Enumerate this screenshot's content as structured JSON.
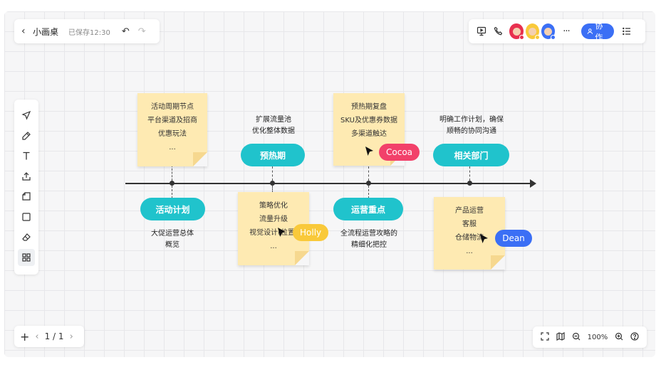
{
  "topbar": {
    "title": "小画桌",
    "saved": "已保存12:30",
    "collab_label": "协作"
  },
  "pager": {
    "current": "1 / 1"
  },
  "zoom": {
    "level": "100%"
  },
  "timeline": {
    "stages": [
      {
        "label": "活动计划",
        "caption": [
          "大促运营总体",
          "概览"
        ]
      },
      {
        "label": "预热期",
        "caption": [
          "扩展流量池",
          "优化整体数据"
        ]
      },
      {
        "label": "运营重点",
        "caption": [
          "全流程运营攻略的",
          "精细化把控"
        ]
      },
      {
        "label": "相关部门",
        "caption": [
          "明确工作计划，确保",
          "顺畅的协同沟通"
        ]
      }
    ]
  },
  "notes": {
    "plan": [
      "活动周期节点",
      "平台渠道及招商",
      "优惠玩法",
      "..."
    ],
    "strategy": [
      "策略优化",
      "流量升级",
      "视觉设计(位置)",
      "..."
    ],
    "review": [
      "预热期复盘",
      "SKU及优惠券数据",
      "多渠道触达"
    ],
    "dept": [
      "产品运营",
      "客服",
      "仓储物流",
      "..."
    ]
  },
  "cursors": [
    {
      "name": "Cocoa",
      "color": "#f2416a"
    },
    {
      "name": "Holly",
      "color": "#f9c93a"
    },
    {
      "name": "Dean",
      "color": "#3b6ff5"
    }
  ],
  "avatars": [
    {
      "color": "#e8304f"
    },
    {
      "color": "#f9c93a"
    },
    {
      "color": "#3b6ff5"
    }
  ]
}
